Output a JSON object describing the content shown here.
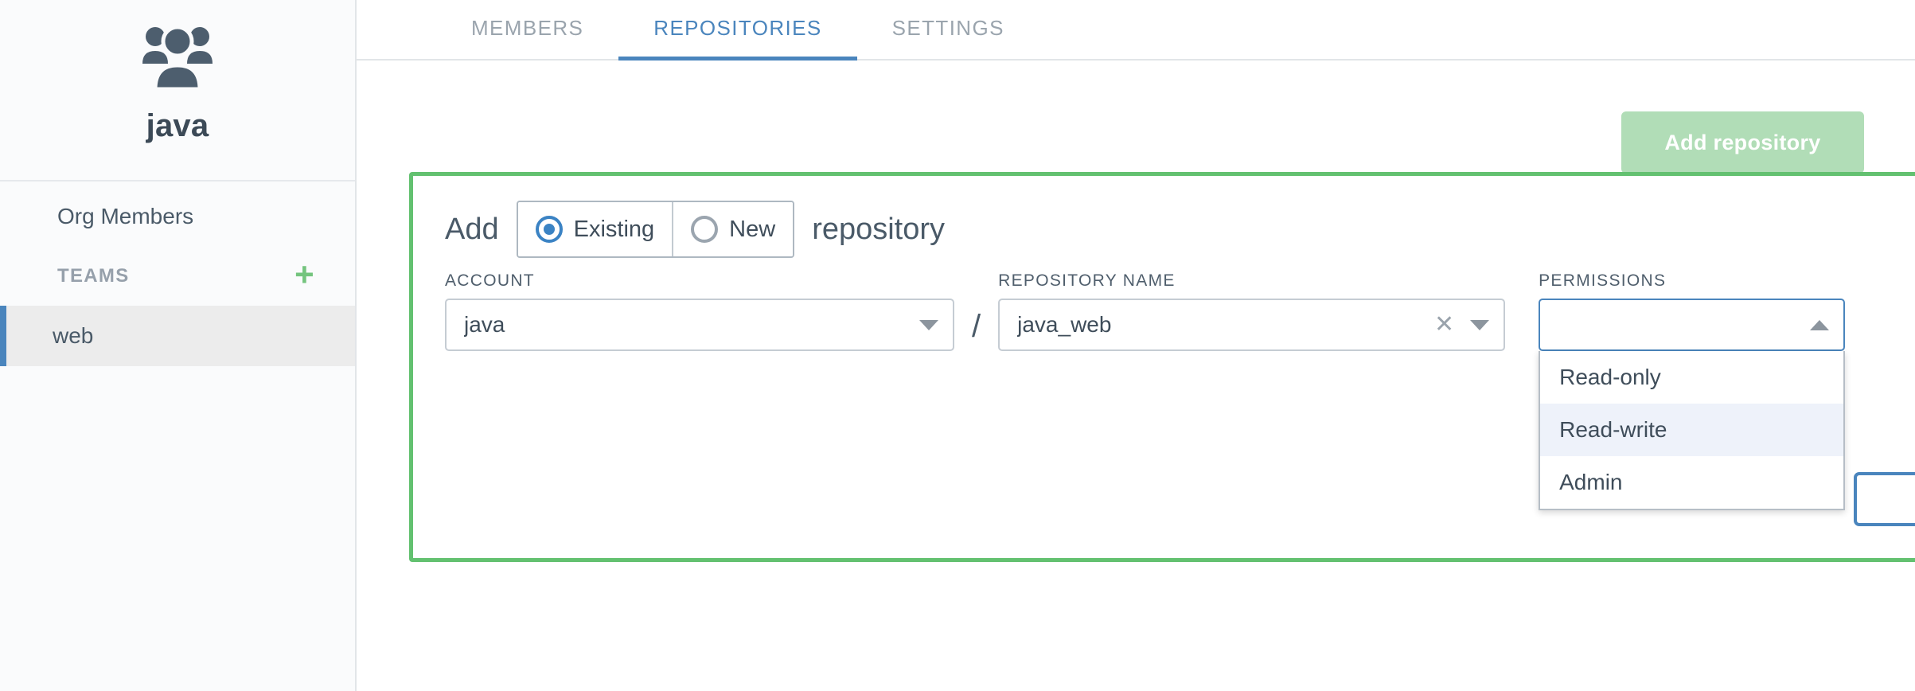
{
  "sidebar": {
    "org_icon": "users-group-icon",
    "org_name": "java",
    "nav": [
      {
        "label": "Org Members",
        "name": "org-members"
      }
    ],
    "teams_section": {
      "label": "TEAMS",
      "add_icon": "plus-icon",
      "add_title": "Add team"
    },
    "teams": [
      {
        "label": "web",
        "selected": true
      }
    ]
  },
  "tabs": [
    {
      "label": "MEMBERS",
      "active": false
    },
    {
      "label": "REPOSITORIES",
      "active": true
    },
    {
      "label": "SETTINGS",
      "active": false
    }
  ],
  "toolbar": {
    "add_repository_label": "Add repository",
    "add_repository_enabled": false
  },
  "form": {
    "title_prefix": "Add",
    "title_suffix": "repository",
    "mode_options": [
      {
        "label": "Existing",
        "selected": true
      },
      {
        "label": "New",
        "selected": false
      }
    ],
    "account": {
      "label": "ACCOUNT",
      "value": "java",
      "caret": "chevron-down-icon"
    },
    "separator": "/",
    "repository_name": {
      "label": "REPOSITORY NAME",
      "value": "java_web",
      "clear_icon": "close-icon",
      "caret": "chevron-down-icon"
    },
    "permissions": {
      "label": "PERMISSIONS",
      "value": "",
      "placeholder": "",
      "open": true,
      "caret": "chevron-up-icon",
      "options": [
        {
          "label": "Read-only",
          "hovered": false
        },
        {
          "label": "Read-write",
          "hovered": true
        },
        {
          "label": "Admin",
          "hovered": false
        }
      ]
    },
    "confirm_button": {
      "label": "",
      "name": "confirm-button"
    }
  },
  "colors": {
    "accent_blue": "#4a85bd",
    "accent_green": "#63c170",
    "muted_green": "#b1ddb7",
    "text_dark": "#3f4d5a",
    "text_muted": "#96a0ab",
    "panel_border_green": "#63c170",
    "dropdown_hover": "#eef2fa",
    "sidebar_bg": "#fafbfc",
    "selected_item_bg": "#ececec"
  }
}
